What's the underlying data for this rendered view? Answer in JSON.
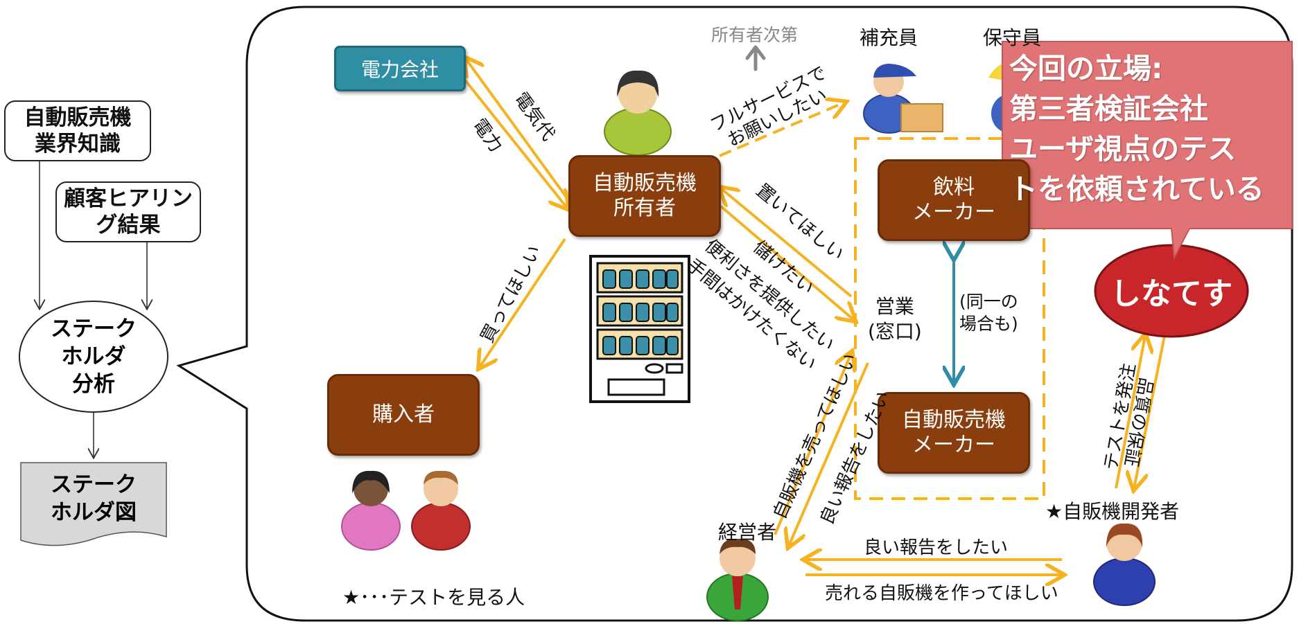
{
  "flow": {
    "knowledge": "自動販売機業界知識",
    "knowledge_l1": "自動販売機",
    "knowledge_l2": "業界知識",
    "hearing_l1": "顧客ヒアリン",
    "hearing_l2": "グ結果",
    "analysis_l1": "ステーク",
    "analysis_l2": "ホルダ",
    "analysis_l3": "分析",
    "diagram_l1": "ステーク",
    "diagram_l2": "ホルダ図"
  },
  "nodes": {
    "power_company": "電力会社",
    "owner_l1": "自動販売機",
    "owner_l2": "所有者",
    "buyer": "購入者",
    "drink_l1": "飲料",
    "drink_l2": "メーカー",
    "vm_maker_l1": "自動販売機",
    "vm_maker_l2": "メーカー",
    "sales_l1": "営業",
    "sales_l2": "(窓口)",
    "same_l1": "(同一の",
    "same_l2": "場合も)",
    "refiller": "補充員",
    "maintainer": "保守員",
    "owner_depends": "所有者次第",
    "manager": "経営者",
    "developer": "★自販機開発者",
    "shinatesu": "しなてす",
    "legend": "★･･･テストを見る人"
  },
  "edges": {
    "electricity_fee": "電気代",
    "electricity": "電力",
    "full_service_l1": "フルサービスで",
    "full_service_l2": "お願いしたい",
    "want_placed": "置いてほしい",
    "want_profit": "儲けたい",
    "convenience": "便利さを提供したい",
    "no_effort": "手間はかけたくない",
    "want_buy": "買ってほしい",
    "want_sell_vm": "自販機を売ってほしい",
    "good_report_1": "良い報告をしたい",
    "good_report_2": "良い報告をしたい",
    "make_good_vm": "売れる自販機を作ってほしい",
    "order_test": "テストを発注",
    "quality_assurance": "品質の保証"
  },
  "callout": {
    "line1": "今回の立場:",
    "line2": "第三者検証会社",
    "line3": "ユーザ視点のテス",
    "line4": "トを依頼されている"
  },
  "colors": {
    "arrow": "#f5b323",
    "teal": "#2f8ea3",
    "brown": "#8b3e0d",
    "callout": "#e07375",
    "badge": "#c8262a"
  }
}
